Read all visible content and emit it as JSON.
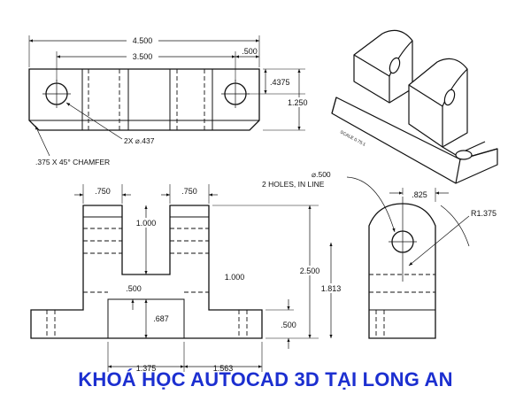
{
  "banner": {
    "text": "KHOÁ HỌC AUTOCAD 3D TẠI LONG AN",
    "color": "#1c2fd0"
  },
  "top_view": {
    "overall_width": "4.500",
    "hole_spacing": "3.500",
    "right_edge_to_hole": ".500",
    "hole_to_edge": ".4375",
    "overall_depth": "1.250",
    "holes_note": "2X ⌀.437",
    "chamfer_note": ".375 X 45° CHAMFER"
  },
  "front_view": {
    "left_upright_width": ".750",
    "right_upright_width": ".750",
    "slot_depth": "1.000",
    "side_step_height": "1.000",
    "center_block_height": ".500",
    "center_gap": ".687",
    "base_height": ".500",
    "overall_height": "2.500",
    "hole_height": "1.813",
    "bottom_left": "1.375",
    "bottom_right": "1.563"
  },
  "side_view": {
    "hole_note_line1": "⌀.500",
    "hole_note_line2": "2 HOLES, IN LINE",
    "half_width": ".825",
    "radius": "R1.375"
  },
  "iso_view": {
    "scale_note": "SCALE 0.75:1"
  },
  "colors": {
    "lines": "#111111",
    "background": "#ffffff"
  }
}
